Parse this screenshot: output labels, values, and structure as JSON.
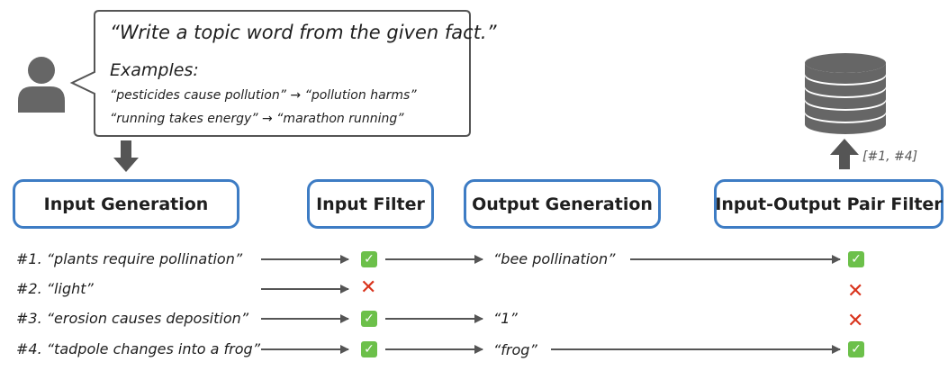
{
  "prompt": {
    "instruction": "“Write a topic word from the given fact.”",
    "examples_heading": "Examples:",
    "example_1": "“pesticides cause pollution” → “pollution harms”",
    "example_2": "“running takes energy” → “marathon running”"
  },
  "stages": {
    "input_generation": "Input Generation",
    "input_filter": "Input Filter",
    "output_generation": "Output Generation",
    "pair_filter": "Input-Output Pair Filter"
  },
  "kept_label": "[#1, #4]",
  "rows": [
    {
      "label": "#1. “plants require pollination”",
      "input_filter": "pass",
      "output": "“bee pollination”",
      "pair_filter": "pass"
    },
    {
      "label": "#2. “light”",
      "input_filter": "fail",
      "output": "",
      "pair_filter": "fail"
    },
    {
      "label": "#3. “erosion causes deposition”",
      "input_filter": "pass",
      "output": "“1”",
      "pair_filter": "fail"
    },
    {
      "label": "#4. “tadpole changes into a frog”",
      "input_filter": "pass",
      "output": "“frog”",
      "pair_filter": "pass"
    }
  ],
  "colors": {
    "box_border": "#3d7cc4",
    "arrow": "#555555",
    "icon": "#666666",
    "check": "#6cc04a",
    "cross": "#d9341d"
  },
  "icons": {
    "user": "user-icon",
    "database": "database-icon",
    "pass": "check-icon",
    "fail": "cross-icon"
  }
}
